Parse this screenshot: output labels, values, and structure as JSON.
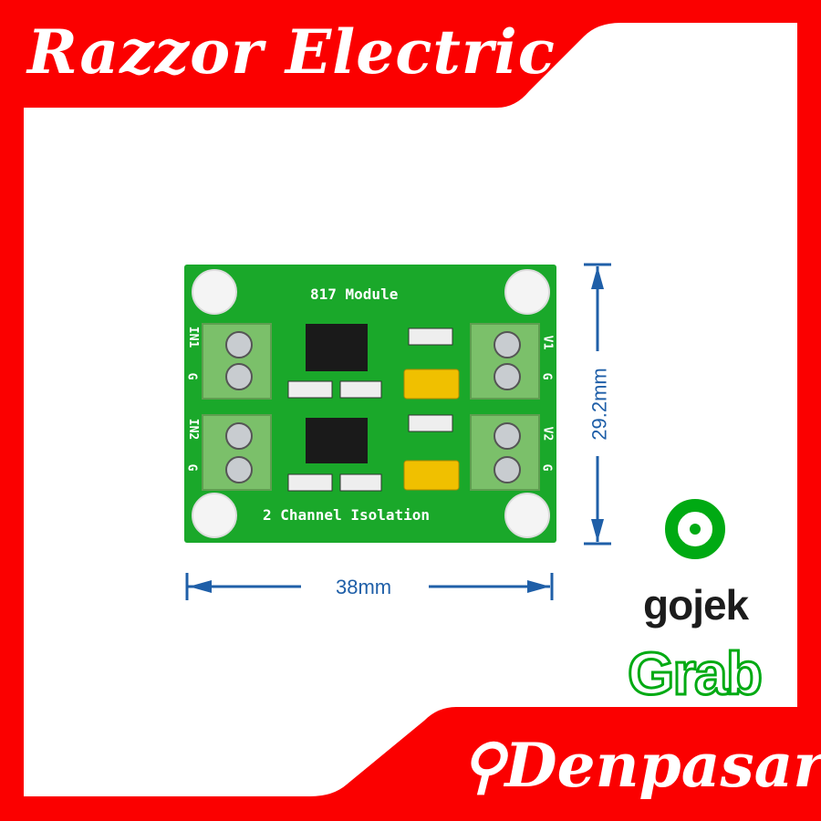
{
  "header": {
    "brand": "Razzor Electric"
  },
  "footer": {
    "location": "Denpasar",
    "location_icon": "map-pin-icon"
  },
  "board": {
    "title": "817 Module",
    "subtitle": "2 Channel Isolation",
    "labels_left": [
      "IN1",
      "G",
      "IN2",
      "G"
    ],
    "labels_right": [
      "V1",
      "G",
      "V2",
      "G"
    ]
  },
  "dimensions": {
    "width": "38mm",
    "height": "29.2mm"
  },
  "delivery": {
    "gojek": "gojek",
    "grab": "Grab"
  },
  "colors": {
    "frame": "#fb0000",
    "pcb": "#1aa82a",
    "dimension": "#1f5fa8",
    "gojek": "#00aa13"
  }
}
